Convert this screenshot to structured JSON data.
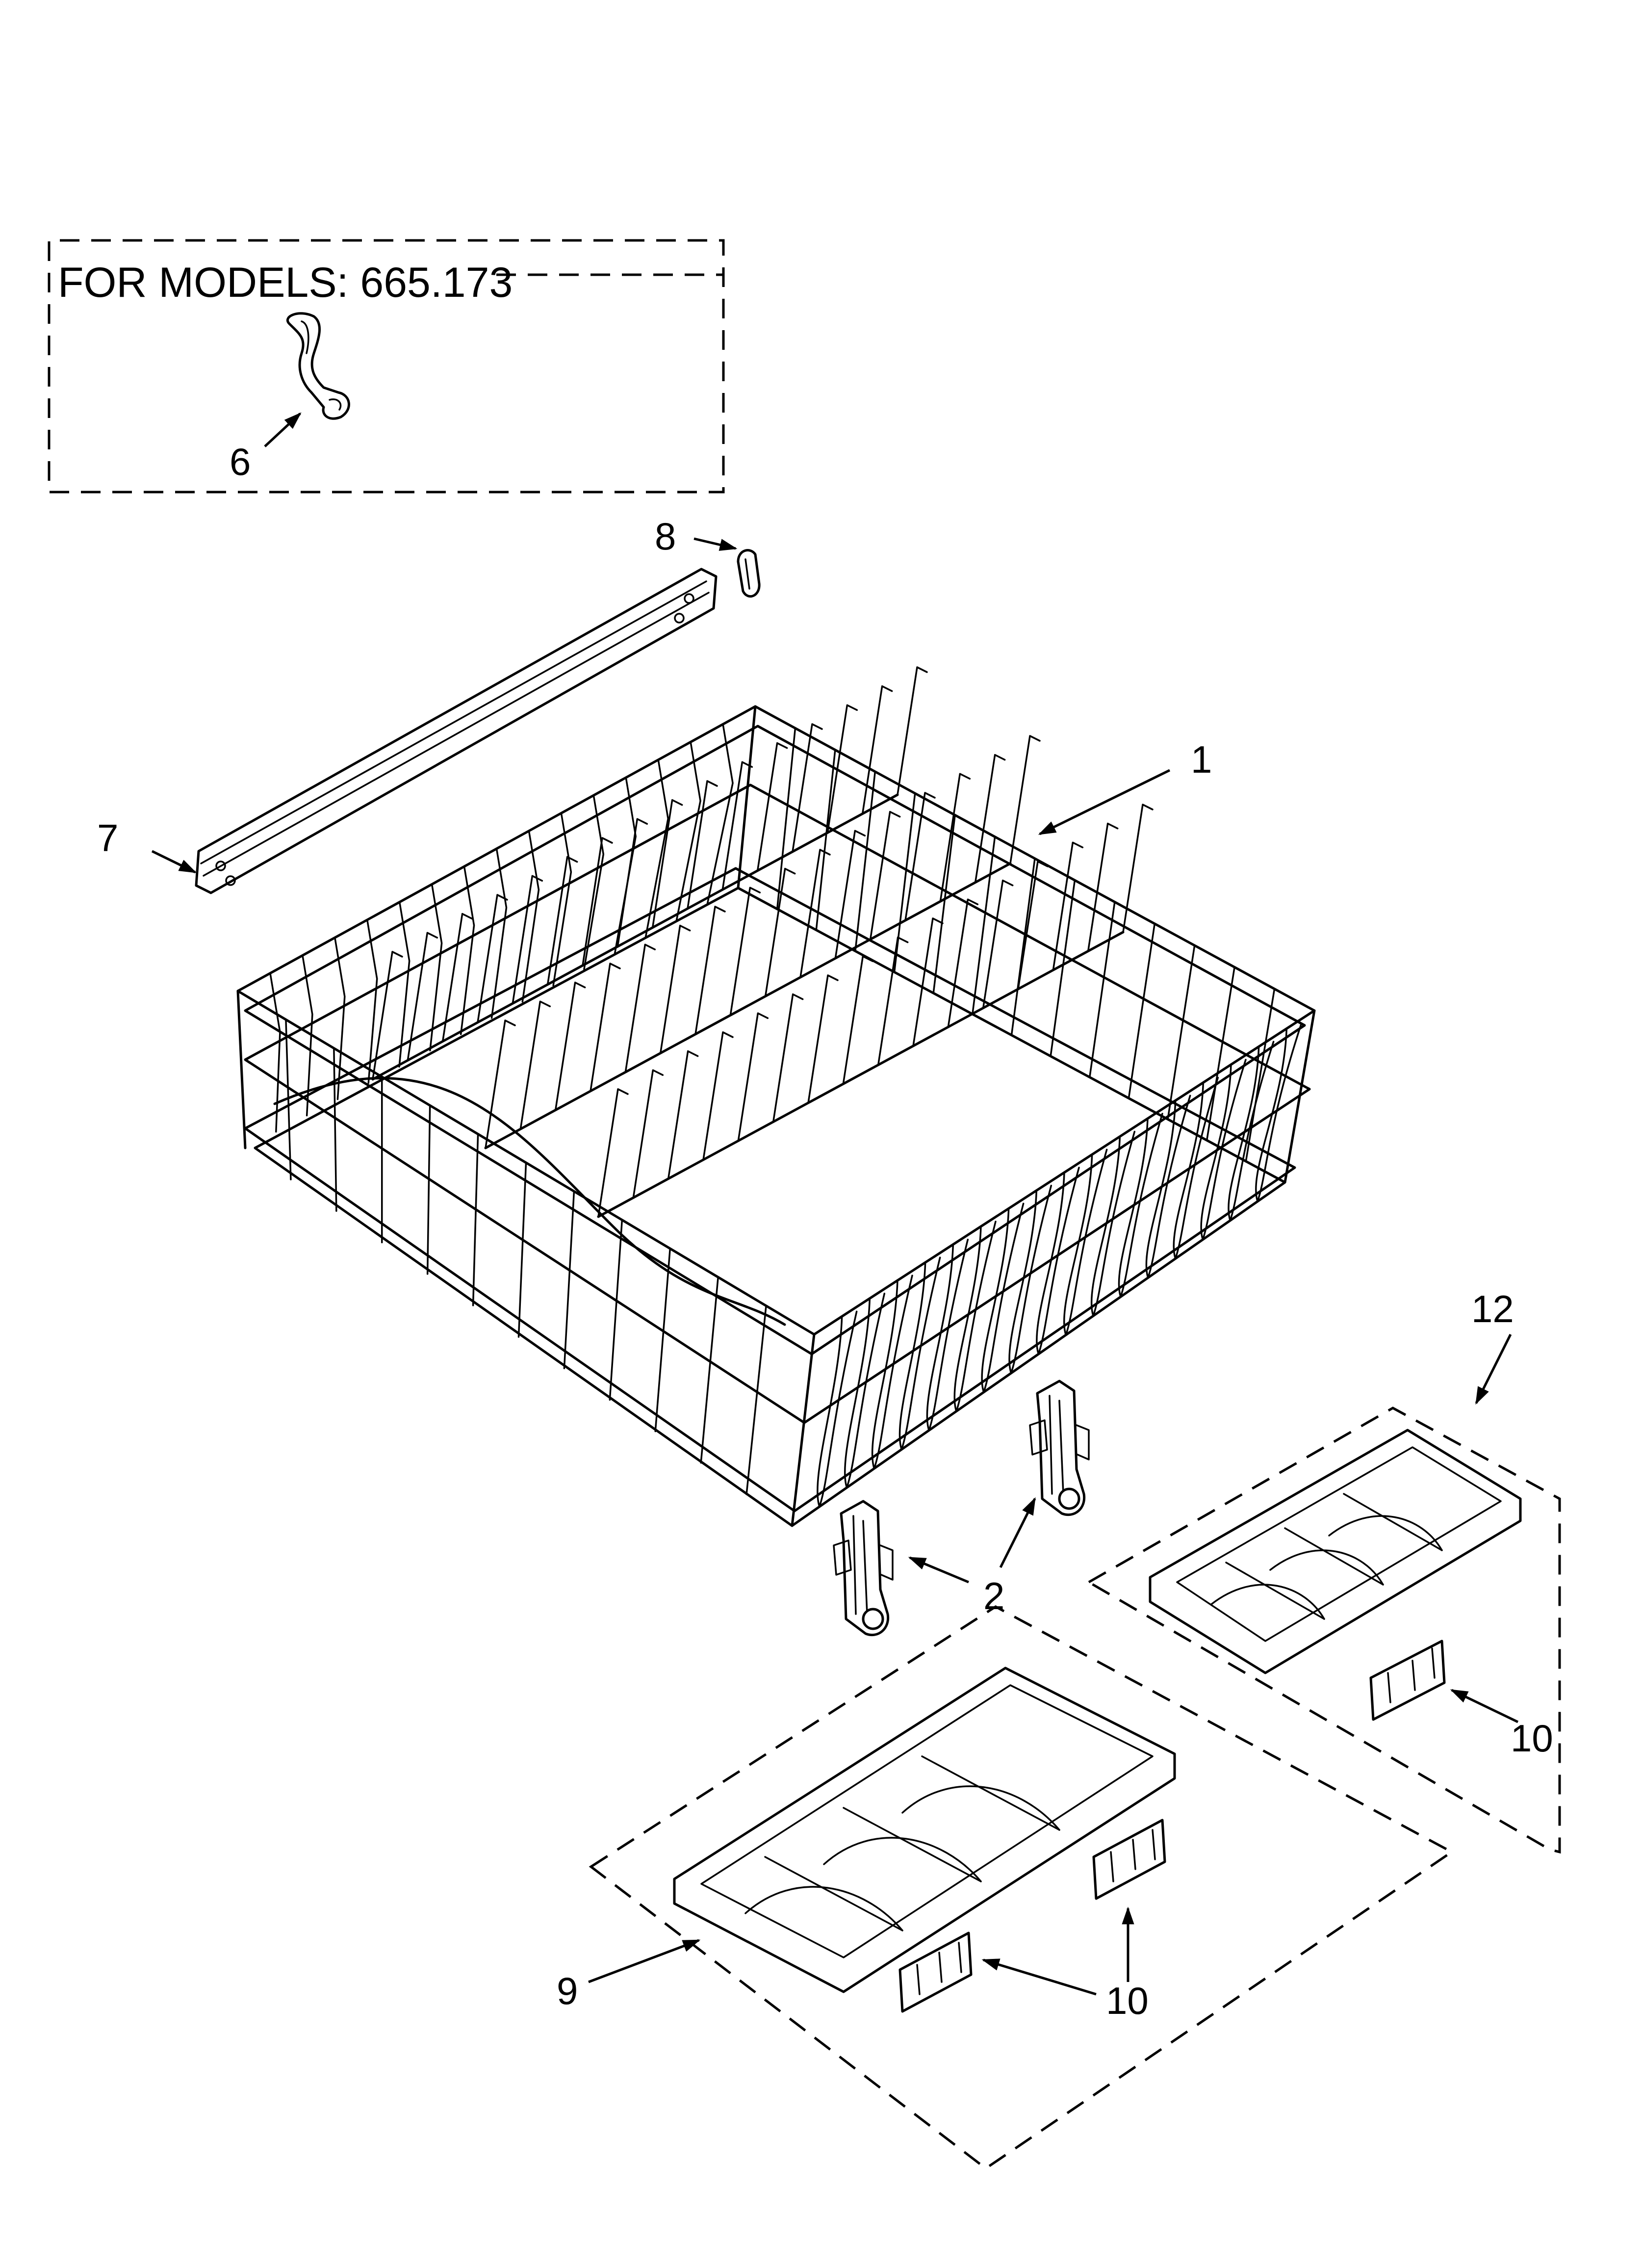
{
  "header": {
    "models_label": "FOR MODELS: 665.173"
  },
  "callouts": {
    "c1": "1",
    "c2": "2",
    "c6": "6",
    "c7": "7",
    "c8": "8",
    "c9": "9",
    "c10a": "10",
    "c10b": "10",
    "c12": "12"
  }
}
